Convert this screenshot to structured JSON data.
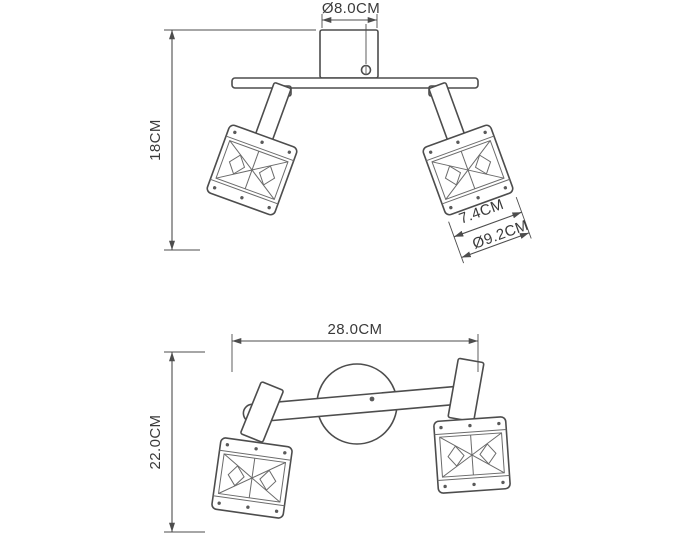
{
  "colors": {
    "background": "#ffffff",
    "line": "#4d4d4d",
    "text": "#3a3a3a"
  },
  "views": {
    "front": {
      "canopy_diameter_label": "Ø8.0CM",
      "height_label": "18CM",
      "shade_width_label": "7.4CM",
      "shade_diameter_label": "Ø9.2CM"
    },
    "bottom": {
      "width_label": "28.0CM",
      "depth_label": "22.0CM"
    }
  }
}
